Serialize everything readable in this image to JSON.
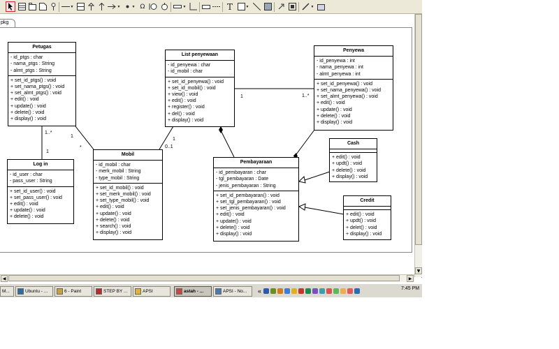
{
  "toolbar": {
    "icons": [
      "select-tool-icon",
      "class-tool-icon",
      "package-tool-icon",
      "note-tool-icon",
      "pin-tool-icon",
      "association-tool-icon",
      "aggregation-tool-icon",
      "table-tool-icon",
      "generalization-tool-icon",
      "dependency-tool-icon",
      "arrow-tool-icon",
      "realization-tool-icon",
      "interface-tool-icon",
      "omega-tool-icon",
      "component-tool-icon",
      "cycle-tool-icon",
      "box-tool-icon",
      "pin-down-tool-icon",
      "corner-tool-icon",
      "rect-tool-icon",
      "dash-tool-icon",
      "text-tool-icon",
      "shape-tool-icon",
      "line-tool-icon",
      "image-tool-icon",
      "link-tool-icon",
      "frame-tool-icon",
      "pen-tool-icon",
      "paint-tool-icon"
    ],
    "text_tool_label": "T",
    "omega_label": "Ω"
  },
  "package": {
    "tab_label": "pkg"
  },
  "classes": {
    "petugas": {
      "name": "Petugas",
      "attributes": [
        "- id_ptgs : char",
        "- nama_ptgs : String",
        "- almt_ptgs : String"
      ],
      "operations": [
        "+ set_id_ptgs() : void",
        "+ set_nama_ptgs() : void",
        "+ set_almt_ptgs() : void",
        "+ edit() : void",
        "+ update() : void",
        "+ delete() : void",
        "+ display() : void"
      ]
    },
    "list_penyewaan": {
      "name": "List penyewaan",
      "attributes": [
        "- id_penyewa : char",
        "- id_mobil : char"
      ],
      "operations": [
        "+ set_id_penyewa() : void",
        "+ set_id_mobil() : void",
        "+ view() : void",
        "+ edit() : void",
        "+ register() : void",
        "+ del() : void",
        "+ display() : void"
      ]
    },
    "penyewa": {
      "name": "Penyewa",
      "attributes": [
        "- id_penyewa : int",
        "- nama_penyewa : int",
        "- almt_penyewa : int"
      ],
      "operations": [
        "+ set_id_penyewa() : void",
        "+ set_nama_penyewa() : void",
        "+ set_almt_penyewa() : void",
        "+ edit() : void",
        "+ update() : void",
        "+ delete() : void",
        "+ display() : void"
      ]
    },
    "login": {
      "name": "Log in",
      "attributes": [
        "- id_user : char",
        "- pass_user : String"
      ],
      "operations": [
        "+ set_id_user() : void",
        "+ set_pass_user() : void",
        "+ edit() : void",
        "+ update() : void",
        "+ delete() : void"
      ]
    },
    "mobil": {
      "name": "Mobil",
      "attributes": [
        "- id_mobil : char",
        "- merk_mobil : String",
        "- type_mobil : String"
      ],
      "operations": [
        "+ set_id_mobil() : void",
        "+ set_merk_mobil() : void",
        "+ set_type_mobil() : void",
        "+ edit() : void",
        "+ update() : void",
        "+ delete() : void",
        "+ search() : void",
        "+ display() : void"
      ]
    },
    "pembayaraan": {
      "name": "Pembayaraan",
      "attributes": [
        "- id_pembayaran : char",
        "- tgl_pembayaran : Date",
        "- jenis_pembayaran : String"
      ],
      "operations": [
        "+ set_id_pembayaran() : void",
        "+ set_tgl_pembayaran() : void",
        "+ set_jenis_pembayaran() : void",
        "+ edit() : void",
        "+ update() : void",
        "+ delete() : void",
        "+ display() : void"
      ]
    },
    "cash": {
      "name": "Cash",
      "attributes": [],
      "operations": [
        "+ edit() : void",
        "+ updt() : void",
        "+ delete() : void",
        "+ display() : void"
      ]
    },
    "credit": {
      "name": "Credit",
      "attributes": [],
      "operations": [
        "+ edit() : void",
        "+ updt() : void",
        "+ delet() : void",
        "+ display() : void"
      ]
    }
  },
  "multiplicities": {
    "petugas_login_top": "1..*",
    "petugas_login_bottom": "1",
    "petugas_mobil_top": "1",
    "petugas_mobil_bottom": "*",
    "list_mobil_top": "1",
    "list_mobil_bottom": "0..1",
    "list_penyewa_left": "1",
    "list_penyewa_right": "1..*"
  },
  "taskbar": {
    "items": [
      {
        "label": "M...",
        "icon": "window-icon"
      },
      {
        "label": "Ubuntu - ...",
        "icon": "virtualbox-icon"
      },
      {
        "label": "6 - Paint",
        "icon": "paint-icon"
      },
      {
        "label": "STEP BY ...",
        "icon": "pdf-icon"
      },
      {
        "label": "APSI",
        "icon": "folder-icon"
      },
      {
        "label": "astah - ...",
        "icon": "astah-icon"
      },
      {
        "label": "APSI - No...",
        "icon": "notepad-icon"
      }
    ],
    "active_index": 5,
    "tray_expand": "«",
    "clock": "7:45 PM"
  },
  "colors": {
    "toolbar_bg": "#ece9d8",
    "taskbar_bg": "#dcdad0",
    "selected_tool_border": "#dd2222"
  }
}
